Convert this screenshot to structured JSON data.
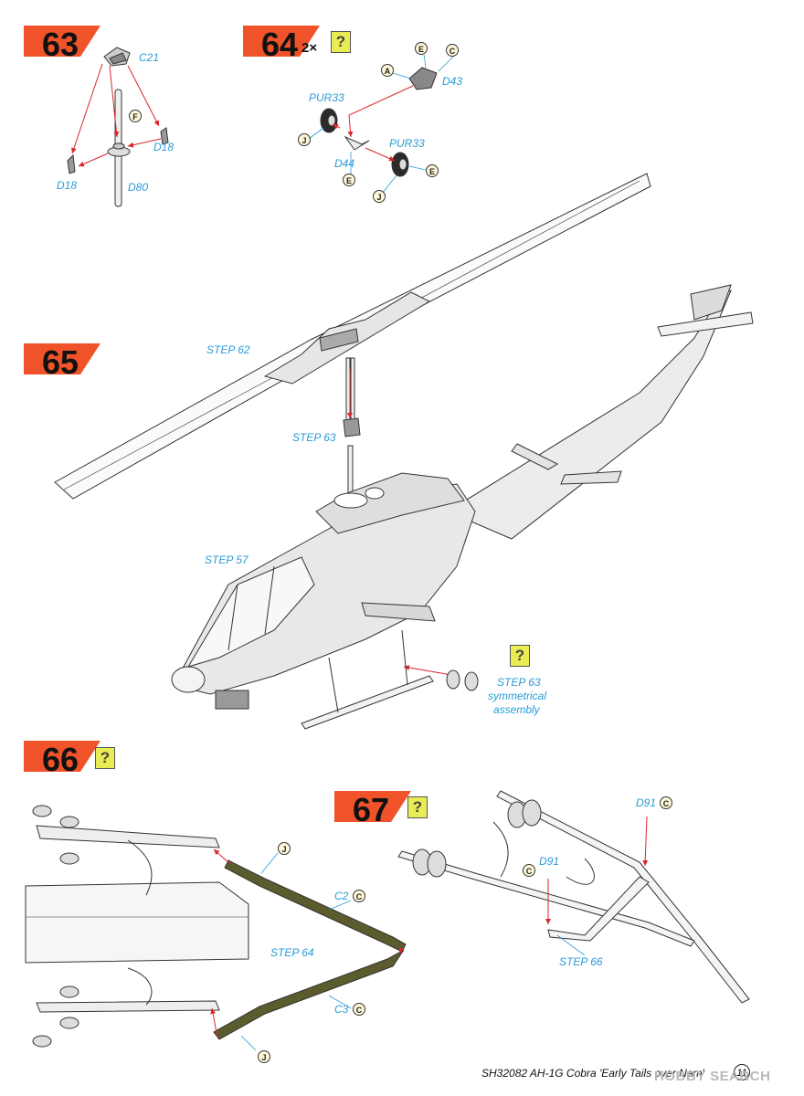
{
  "steps": {
    "s63": {
      "number": "63"
    },
    "s64": {
      "number": "64",
      "multiplier": "2×"
    },
    "s65": {
      "number": "65"
    },
    "s66": {
      "number": "66"
    },
    "s67": {
      "number": "67"
    }
  },
  "question_mark": "?",
  "parts": {
    "c21": "C21",
    "d18_right": "D18",
    "d18_left": "D18",
    "d80": "D80",
    "pur33_top": "PUR33",
    "pur33_bottom": "PUR33",
    "d43": "D43",
    "d44": "D44",
    "c2": "C2",
    "c3": "C3",
    "d91_top": "D91",
    "d91_mid": "D91"
  },
  "paint_codes": {
    "f_63": "F",
    "a_64": "A",
    "e_64_top": "E",
    "c_64": "C",
    "j_64_left": "J",
    "e_64_left": "E",
    "e_64_right": "E",
    "j_64_bottom": "J",
    "j_66_top": "J",
    "c_66_c2": "C",
    "c_66_c3": "C",
    "j_66_bottom": "J",
    "c_67_d91_top": "C",
    "c_67_d91_mid": "C"
  },
  "references": {
    "step62": "STEP 62",
    "step63": "STEP 63",
    "step57": "STEP 57",
    "step63_sym_1": "STEP 63",
    "step63_sym_2": "symmetrical",
    "step63_sym_3": "assembly",
    "step64": "STEP 64",
    "step66": "STEP 66"
  },
  "footer": {
    "text": "SH32082  AH-1G Cobra 'Early Tails over Nam'",
    "page": "11",
    "watermark": "HOBBY SEARCH"
  },
  "colors": {
    "badge": "#f0532a",
    "label_blue": "#2a9bd6",
    "arrow_red": "#d9262c",
    "olive_part": "#5b5b2e",
    "yellow_box": "#e9ec53"
  }
}
